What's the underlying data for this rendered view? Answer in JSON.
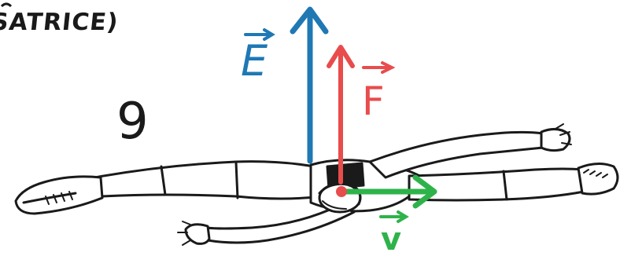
{
  "diagram": {
    "header_fragment": "SATRICE)",
    "figure_number": "9",
    "vectors": [
      {
        "id": "E",
        "label": "E",
        "color": "#1f78b4"
      },
      {
        "id": "F",
        "label": "F",
        "color": "#e84c4c"
      },
      {
        "id": "v",
        "label": "v",
        "color": "#2eb34a"
      }
    ],
    "colors": {
      "ink": "#1a1a1a",
      "e_vector": "#1f78b4",
      "f_vector": "#e84c4c",
      "v_vector": "#2eb34a",
      "center_dot": "#e84c4c"
    },
    "icons": [
      "skater-figure",
      "up-arrow",
      "right-arrow",
      "vector-overline"
    ]
  }
}
